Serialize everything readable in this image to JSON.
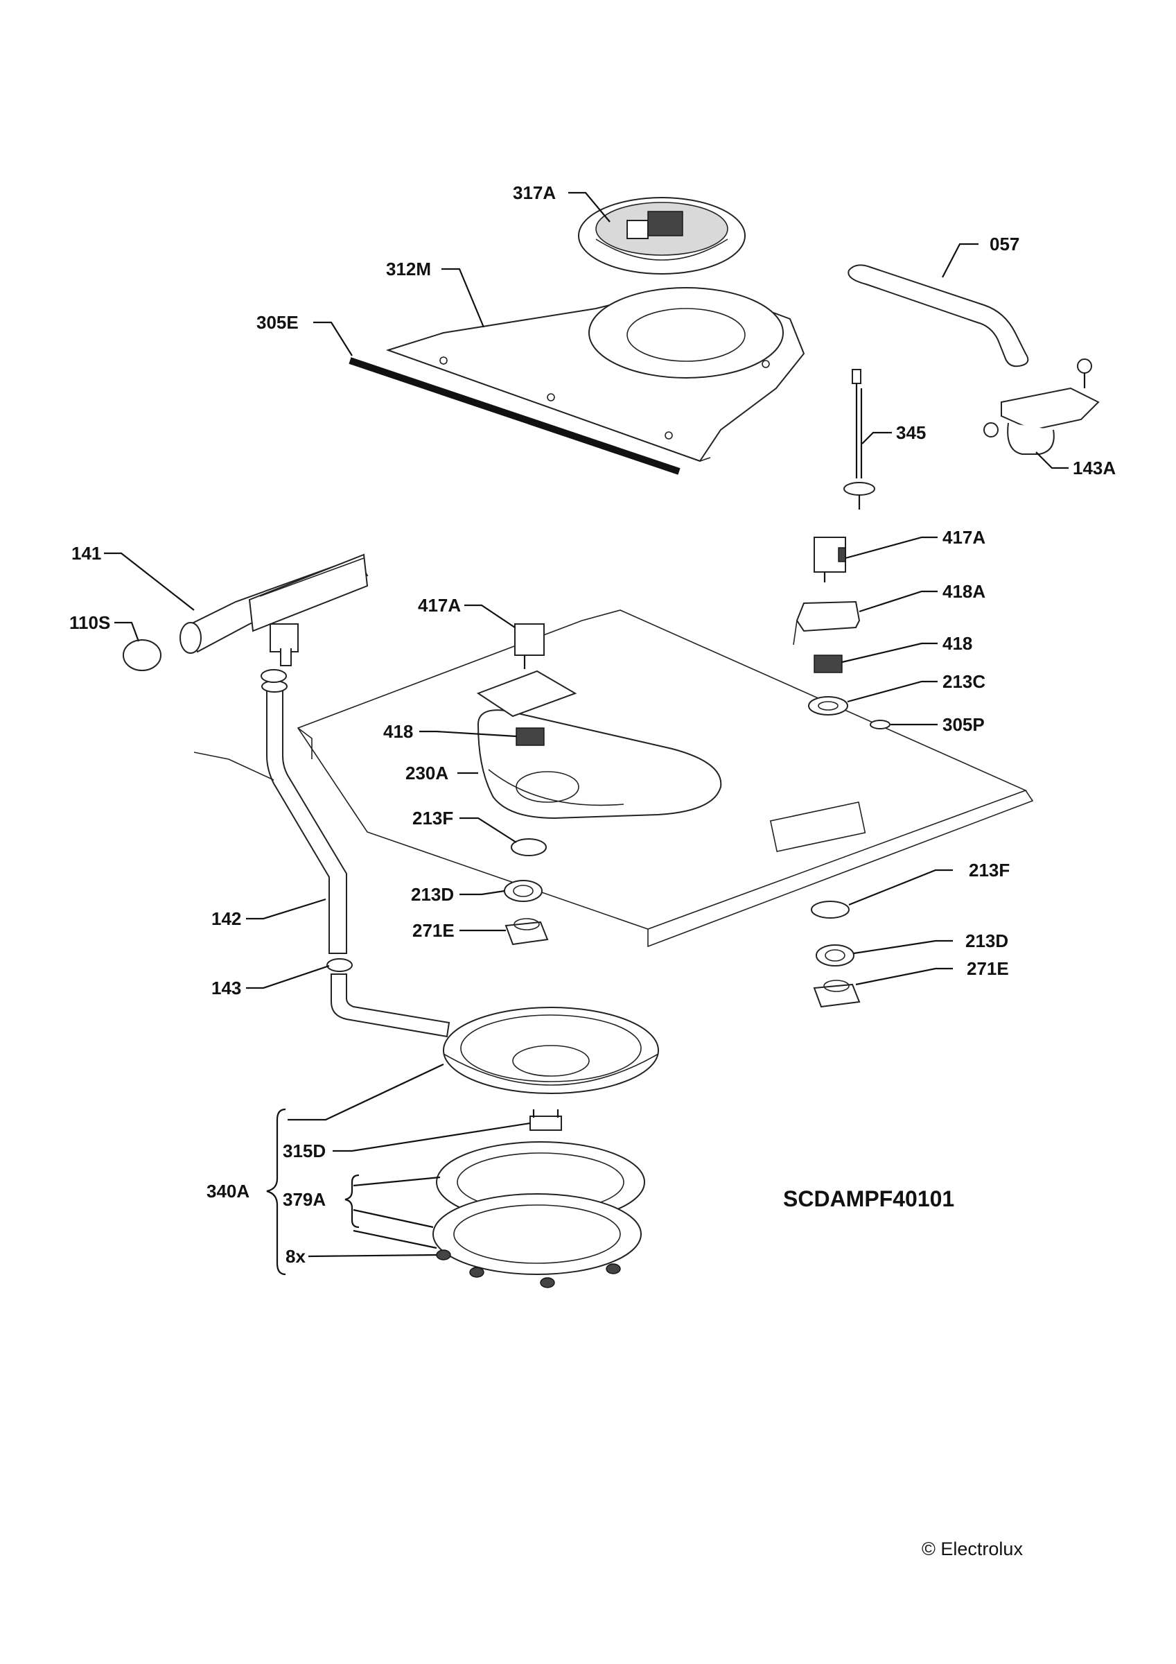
{
  "diagram": {
    "code": "SCDAMPF40101",
    "copyright": "© Electrolux"
  },
  "labels": {
    "p317A": "317A",
    "p312M": "312M",
    "p305E": "305E",
    "p057": "057",
    "p345": "345",
    "p143A": "143A",
    "p141": "141",
    "p110S": "110S",
    "p417A_left": "417A",
    "p417A_right": "417A",
    "p418A": "418A",
    "p418_right": "418",
    "p418_left": "418",
    "p213C": "213C",
    "p305P": "305P",
    "p230A": "230A",
    "p213F_left": "213F",
    "p213F_right": "213F",
    "p213D_left": "213D",
    "p213D_right": "213D",
    "p271E_left": "271E",
    "p271E_right": "271E",
    "p142": "142",
    "p143": "143",
    "p340A": "340A",
    "p315D": "315D",
    "p379A": "379A",
    "p8x": "8x"
  }
}
